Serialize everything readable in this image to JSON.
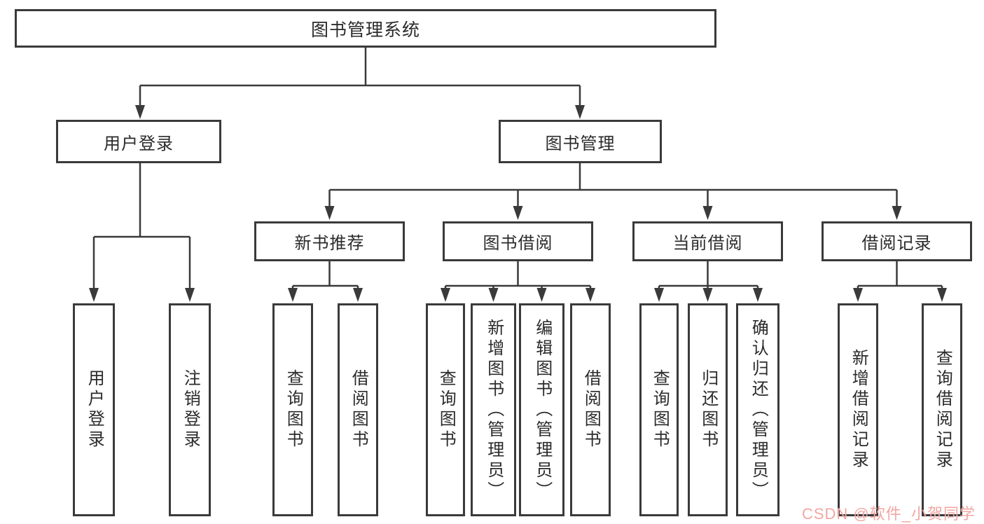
{
  "diagram": {
    "root": {
      "label": "图书管理系统"
    },
    "level2": {
      "user_login": {
        "label": "用户登录"
      },
      "book_management": {
        "label": "图书管理"
      }
    },
    "level3": {
      "new_books": {
        "label": "新书推荐"
      },
      "book_borrowing": {
        "label": "图书借阅"
      },
      "current_borrowing": {
        "label": "当前借阅"
      },
      "borrowing_records": {
        "label": "借阅记录"
      }
    },
    "leaves": {
      "user_login": [
        "用户登录",
        "注销登录"
      ],
      "new_books": [
        "查询图书",
        "借阅图书"
      ],
      "book_borrowing": [
        "查询图书",
        "新增图书（管理员）",
        "编辑图书（管理员）",
        "借阅图书"
      ],
      "current_borrowing": [
        "查询图书",
        "归还图书",
        "确认归还（管理员）"
      ],
      "borrowing_records": [
        "新增借阅记录",
        "查询借阅记录"
      ]
    }
  },
  "watermark": {
    "text": "CSDN @软件_小贺同学",
    "color": "#f1a7a3"
  },
  "style": {
    "border_color": "#3a3a3a",
    "text_color": "#2b2b2b",
    "background": "#ffffff"
  }
}
